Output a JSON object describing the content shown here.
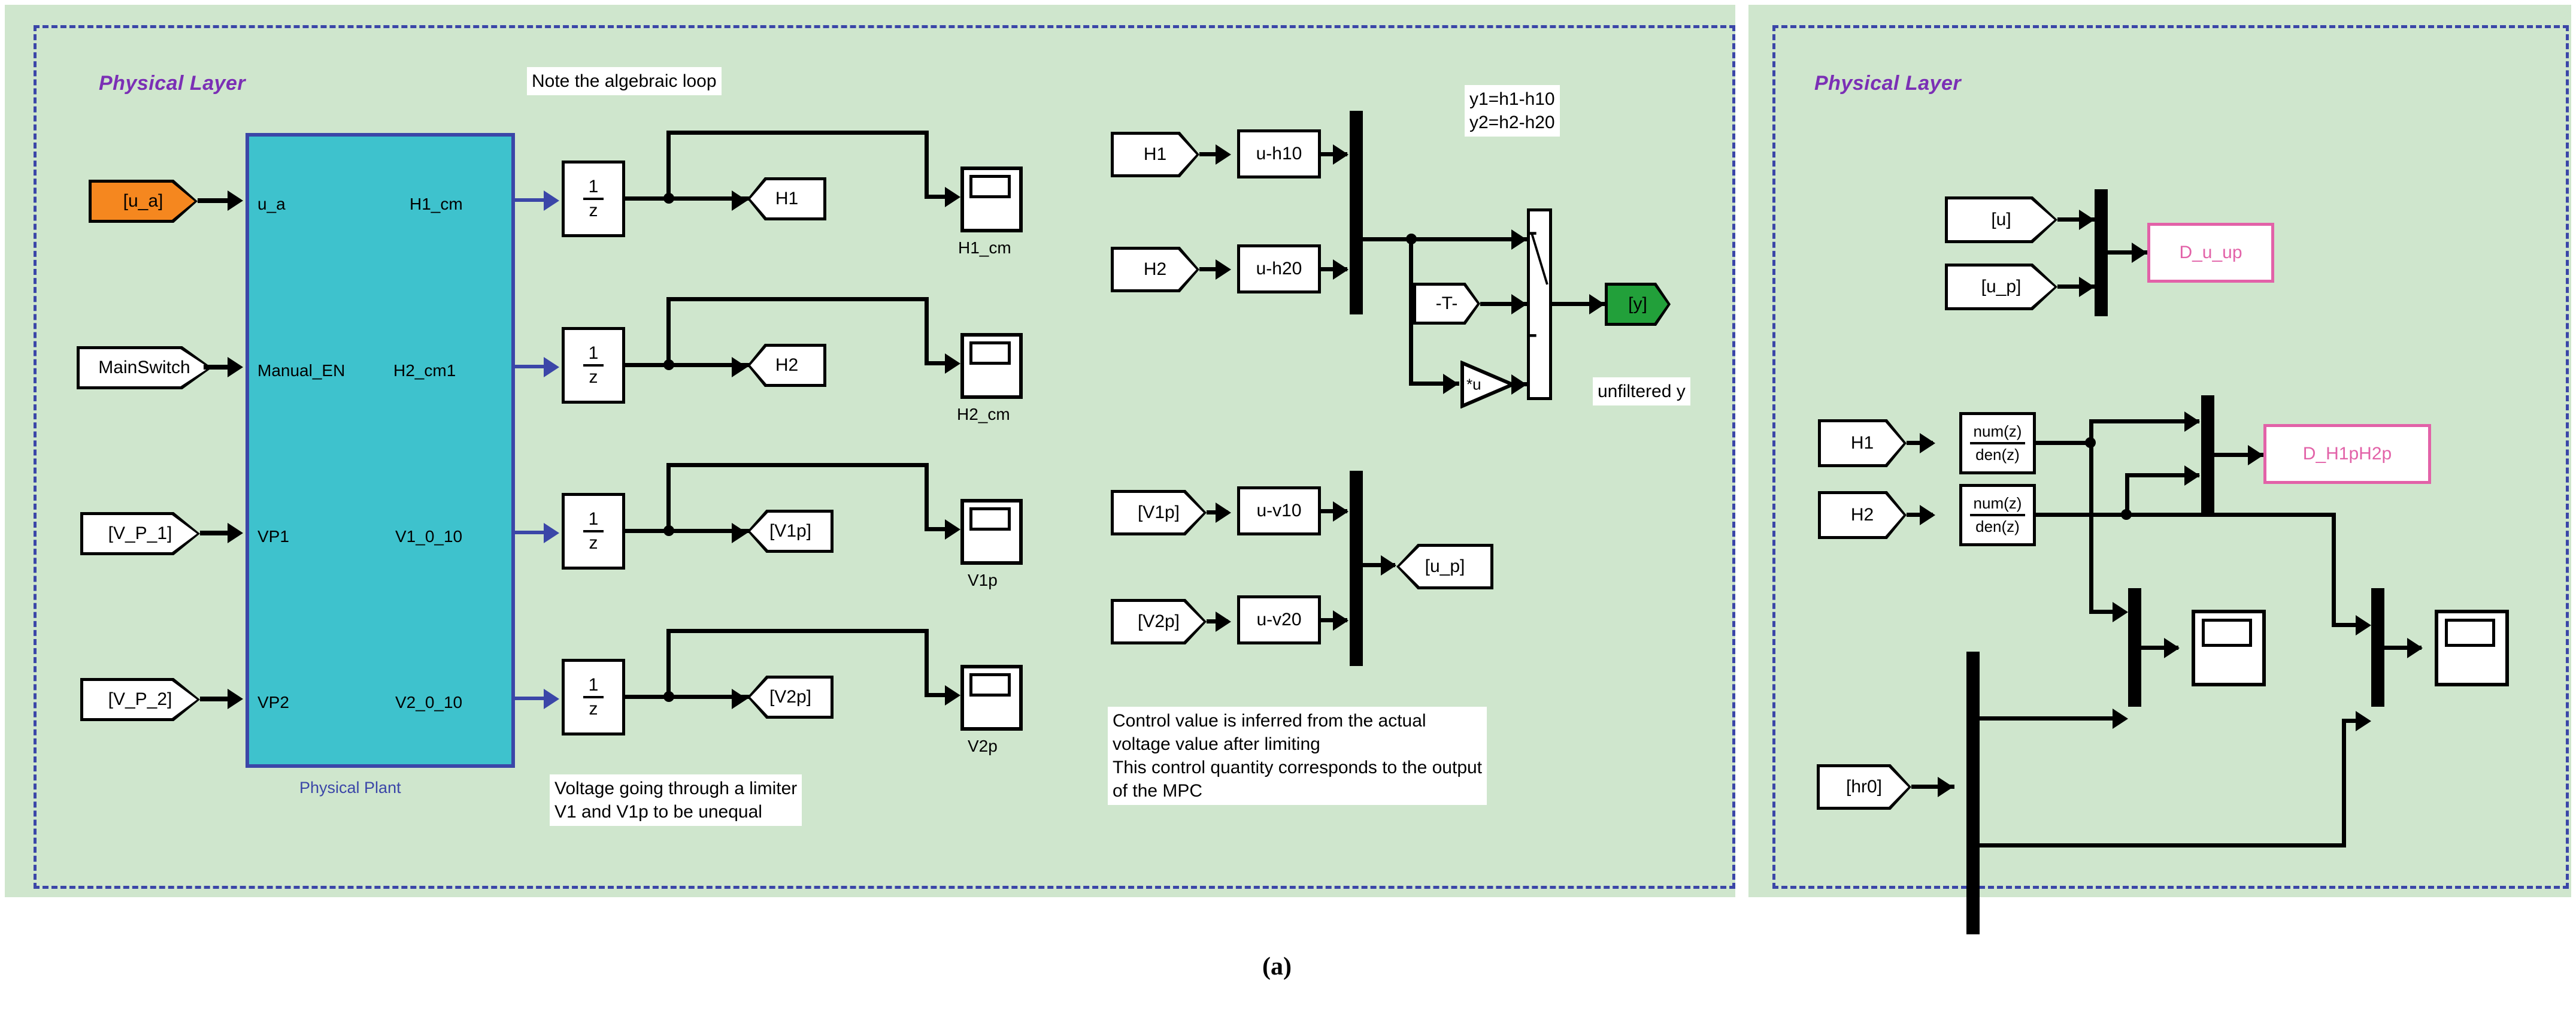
{
  "figure": {
    "caption": "(a)"
  },
  "left_panel": {
    "layer_title": "Physical Layer",
    "plant": {
      "label": "Physical Plant",
      "inputs": [
        "u_a",
        "Manual_EN",
        "VP1",
        "VP2"
      ],
      "outputs": [
        "H1_cm",
        "H2_cm1",
        "V1_0_10",
        "V2_0_10"
      ]
    },
    "sources": [
      {
        "name": "u_a-from-tag",
        "label": "[u_a]",
        "color": "#f5871f"
      },
      {
        "name": "mainswitch-tag",
        "label": "MainSwitch",
        "color": "#ffffff"
      },
      {
        "name": "vp1-from-tag",
        "label": "[V_P_1]",
        "color": "#ffffff"
      },
      {
        "name": "vp2-from-tag",
        "label": "[V_P_2]",
        "color": "#ffffff"
      }
    ],
    "unit_delay": {
      "num": "1",
      "den": "z"
    },
    "goto_tags": [
      "H1",
      "H2",
      "[V1p]",
      "[V2p]"
    ],
    "scopes": [
      "H1_cm",
      "H2_cm",
      "V1p",
      "V2p"
    ],
    "notes": {
      "algebraic_loop": "Note the algebraic loop",
      "limiter": "Voltage going through a limiter\nV1 and V1p to be unequal",
      "control_value": "Control value is inferred from the actual\nvoltage value after limiting\nThis control quantity corresponds to the output\nof the MPC"
    },
    "output_stage": {
      "from_tags": [
        "H1",
        "H2"
      ],
      "offset_blocks": [
        "u-h10",
        "u-h20"
      ],
      "equation_note": "y1=h1-h10\ny2=h2-h20",
      "constant_tag": "-T-",
      "gain_label": "*u",
      "goto_out": "[y]",
      "unfiltered_note": "unfiltered y"
    },
    "control_stage": {
      "from_tags": [
        "[V1p]",
        "[V2p]"
      ],
      "offset_blocks": [
        "u-v10",
        "u-v20"
      ],
      "goto_out": "[u_p]"
    }
  },
  "right_panel": {
    "layer_title": "Physical Layer",
    "upper": {
      "from_tags": [
        "[u]",
        "[u_p]"
      ],
      "dest_block": "D_u_up"
    },
    "lower": {
      "from_tags": [
        "H1",
        "H2"
      ],
      "filters": [
        {
          "num": "num(z)",
          "den": "den(z)"
        },
        {
          "num": "num(z)",
          "den": "den(z)"
        }
      ],
      "dest_block": "D_H1pH2p",
      "reference_tag": "[hr0]"
    }
  },
  "colors": {
    "panel_background": "#cfe6cd",
    "panel_border": "#3b46a8",
    "plant_fill": "#3ec2cd",
    "plant_border": "#3b46a8",
    "layer_title": "#7b2fb5",
    "source_tag": "#f5871f",
    "goto_tag_out": "#22a03a",
    "dest_block": "#e262a8",
    "wire": "#000000",
    "signal_blue": "#3b46a8"
  }
}
